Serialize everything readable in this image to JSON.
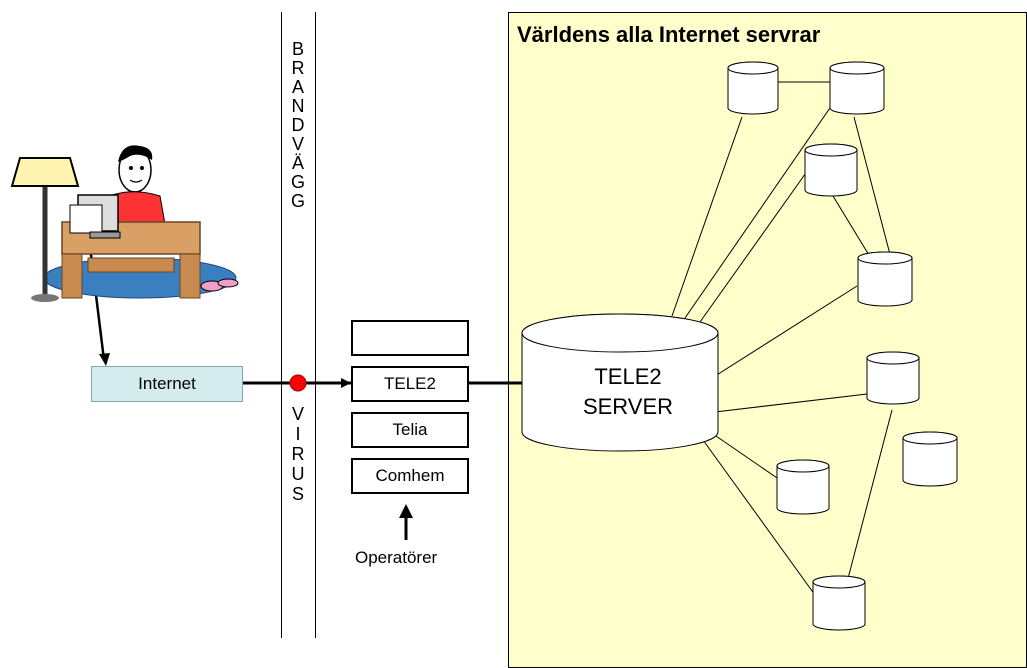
{
  "world": {
    "title": "Världens alla Internet servrar"
  },
  "firewall": {
    "letters": [
      "B",
      "R",
      "A",
      "N",
      "D",
      "V",
      "Ä",
      "G",
      "G"
    ]
  },
  "virus": {
    "letters": [
      "V",
      "I",
      "R",
      "U",
      "S"
    ]
  },
  "internet": {
    "label": "Internet"
  },
  "operators": {
    "boxes": [
      "",
      "TELE2",
      "Telia",
      "Comhem"
    ],
    "caption": "Operatörer"
  },
  "tele2_server": {
    "line1": "TELE2",
    "line2": "SERVER"
  },
  "colors": {
    "world_bg": "#ffffcc",
    "internet_bg": "#d5ecee",
    "virus_dot": "#ff0000",
    "person_shirt": "#ff3333",
    "desk": "#d9a066",
    "rug": "#3a7fc0"
  }
}
